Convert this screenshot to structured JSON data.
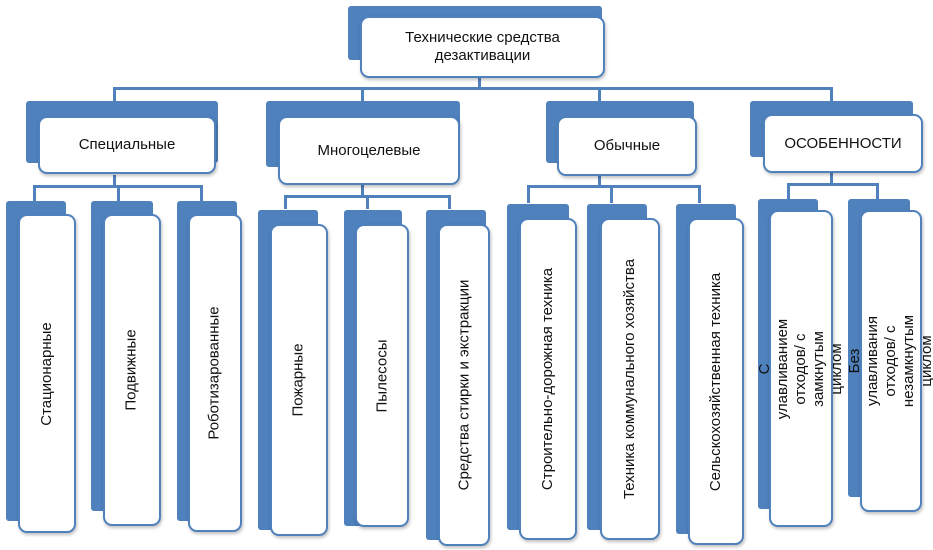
{
  "diagram": {
    "root": "Технические средства дезактивации",
    "groups": [
      {
        "label": "Специальные",
        "items": [
          "Стационарные",
          "Подвижные",
          "Роботизарованные"
        ]
      },
      {
        "label": "Многоцелевые",
        "items": [
          "Пожарные",
          "Пылесосы",
          "Средства стирки и экстракции"
        ]
      },
      {
        "label": "Обычные",
        "items": [
          "Строительно-дорожная техника",
          "Техника коммунального хозяйства",
          "Сельскохозяйственная техника"
        ]
      },
      {
        "label": "ОСОБЕННОСТИ",
        "items": [
          "С улавливанием отходов/ с замкнутым циклом",
          "Без улавливания отходов/ с незамкнутым циклом"
        ]
      }
    ],
    "colors": {
      "accent": "#4f81bd",
      "box": "#ffffff"
    }
  }
}
